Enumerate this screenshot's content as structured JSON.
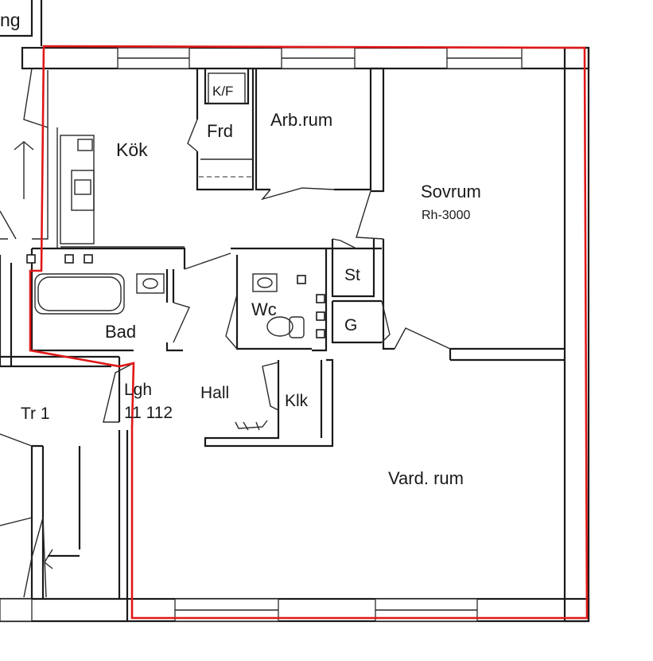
{
  "plan": {
    "apartment_outline_color": "#e01818",
    "labels": {
      "top_left_fragment": "ng",
      "kitchen": "Kök",
      "fridge_freezer": "K/F",
      "pantry": "Frd",
      "study": "Arb.rum",
      "bedroom": "Sovrum",
      "bedroom_note": "Rh-3000",
      "storage": "St",
      "g_closet": "G",
      "wc": "Wc",
      "bath": "Bad",
      "hall": "Hall",
      "closet": "Klk",
      "apartment": "Lgh",
      "apartment_number": "11 112",
      "stairwell": "Tr 1",
      "living_room": "Vard. rum"
    }
  }
}
